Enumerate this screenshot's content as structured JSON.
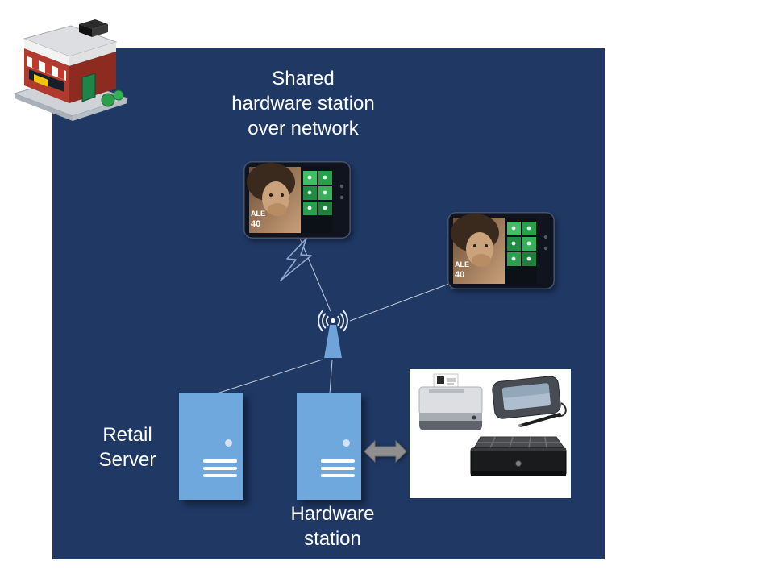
{
  "diagram": {
    "title": "Shared\nhardware station\nover network",
    "labels": {
      "retail_server": "Retail\nServer",
      "hardware_station": "Hardware\nstation"
    },
    "tablet_screen": {
      "badge_line1": "ALE",
      "badge_line2": "40"
    },
    "colors": {
      "panel_navy": "#1F3864",
      "server_blue": "#6FA8DC",
      "antenna_blue": "#6FA3D9",
      "connector_line": "#C2CADB",
      "arrow_gray": "#8F8F8F",
      "tile_green": "#2FA84F"
    },
    "icons": {
      "store": "store-icon",
      "tablet": "tablet-icon",
      "lightning": "lightning-icon",
      "wifi_antenna": "wifi-antenna-icon",
      "server": "server-icon",
      "double_arrow": "double-arrow-icon",
      "receipt_printer": "receipt-printer-icon",
      "payment_terminal": "payment-terminal-icon",
      "cash_drawer": "cash-drawer-icon"
    }
  }
}
